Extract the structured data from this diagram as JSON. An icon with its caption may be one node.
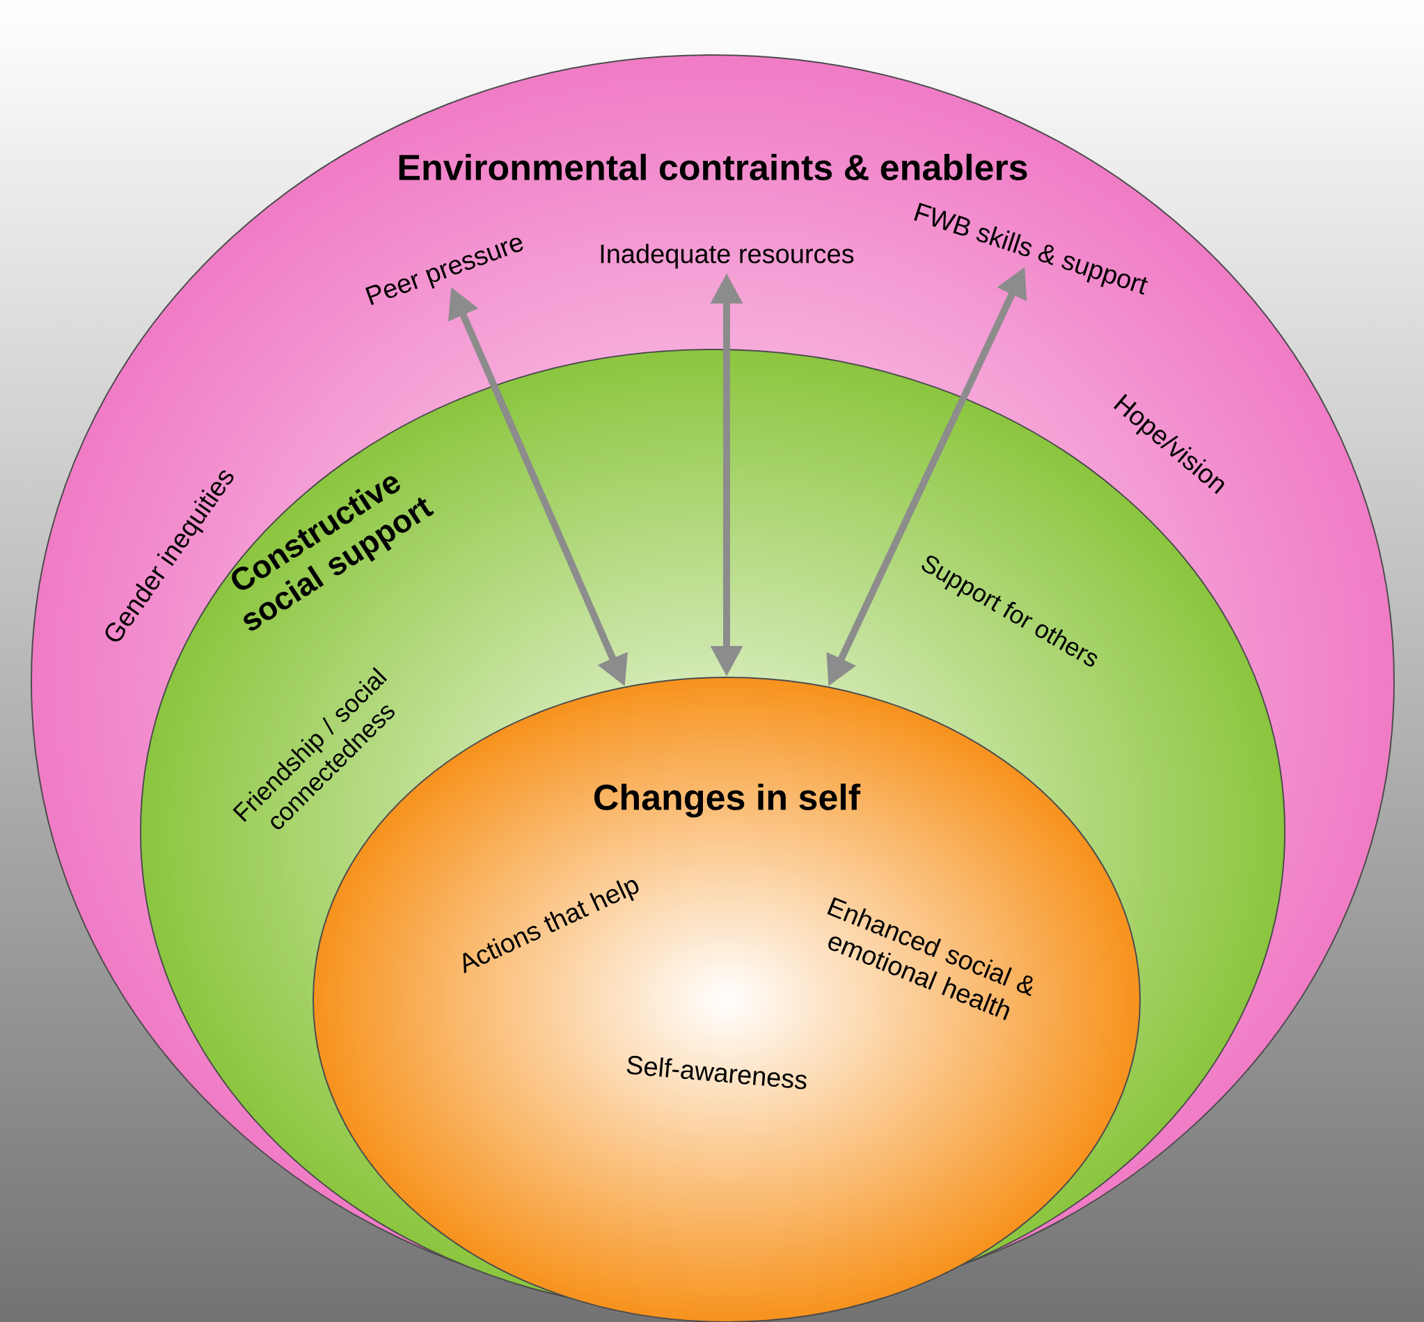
{
  "diagram": {
    "nodes": [
      {
        "text": [
          "Environmental contraints & enablers",
          "Gender inequities",
          "Hope/vision"
        ]
      },
      {
        "text": [
          "Constructive social support",
          "Friendship / social connectedness",
          "Support for others"
        ],
        "in": 0
      },
      {
        "text": [
          "Changes in self",
          "Actions that help",
          "Enhanced social & emotional health",
          "Self-awareness"
        ],
        "in": 1
      },
      {
        "text": [
          "Peer pressure"
        ],
        "in": 0
      },
      {
        "text": [
          "Inadequate resources"
        ],
        "in": 0
      },
      {
        "text": [
          "FWB skills & support"
        ],
        "in": 0
      }
    ],
    "edges": [
      {
        "from": 2,
        "to": 3,
        "arrow": "both"
      },
      {
        "from": 2,
        "to": 4,
        "arrow": "both"
      },
      {
        "from": 2,
        "to": 5,
        "arrow": "both"
      }
    ]
  }
}
